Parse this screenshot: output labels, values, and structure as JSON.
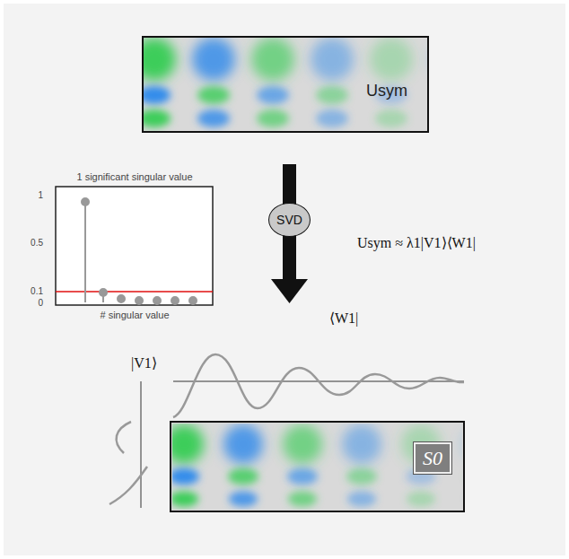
{
  "diagram": {
    "nodes": [
      {
        "text": [
          "Usym"
        ]
      },
      {
        "text": [
          "SVD"
        ]
      },
      {
        "text": [
          "S0"
        ]
      }
    ],
    "labels": [
      "1 significant singular value",
      "1",
      "0.5",
      "0.1",
      "0",
      "# singular value",
      "Usym ≈ λ1|V1⟩⟨W1|",
      "⟨W1|",
      "|V1⟩"
    ]
  }
}
